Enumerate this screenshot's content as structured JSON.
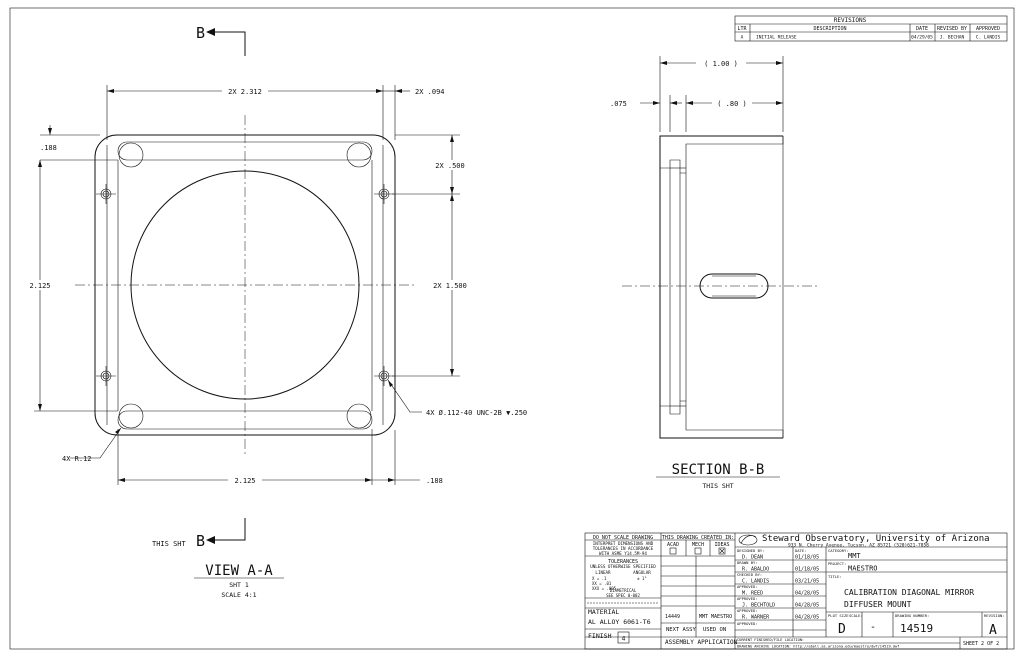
{
  "revisions": {
    "title": "REVISIONS",
    "headers": [
      "LTR",
      "DESCRIPTION",
      "DATE",
      "REVISED BY",
      "APPROVED"
    ],
    "rows": [
      [
        "A",
        "INITIAL RELEASE",
        "04/29/05",
        "J. BECHAN",
        "C. LANDIS"
      ]
    ]
  },
  "view_a": {
    "dim_width": "2X 2.312",
    "dim_lip": "2X .094",
    "dim_top": ".188",
    "dim_hole_v": "2X .500",
    "dim_height": "2.125",
    "dim_hole_span": "2X 1.500",
    "dim_bottom_width": "2.125",
    "dim_bottom_right": ".188",
    "radius": "4X R.12",
    "hole_callout": "4X Ø.112-40 UNC-2B ▼.250",
    "title": "VIEW A-A",
    "sheet": "SHT 1",
    "scale": "SCALE 4:1"
  },
  "markers": {
    "top_letter": "B",
    "bottom_prefix": "THIS SHT",
    "bottom_letter": "B"
  },
  "section_b": {
    "dim_overall": "( 1.00 )",
    "dim_lip": ".075",
    "dim_inner": "( .80 )",
    "title": "SECTION B-B",
    "subtitle": "THIS SHT"
  },
  "titleblock": {
    "notes": {
      "do_not_scale": "DO NOT SCALE DRAWING",
      "interpret_1": "INTERPRET DIMENSIONS AND",
      "interpret_2": "TOLERANCES IN ACCORDANCE",
      "interpret_3": "WITH ASME Y14.5M-94",
      "tolerances": "TOLERANCES",
      "unless": "UNLESS OTHERWISE SPECIFIED",
      "linear": "LINEAR",
      "angular": "ANGULAR",
      "tol_x": "X    = .1",
      "tol_xx": "XX   = .01",
      "tol_xxx": "XXX  = .005",
      "tol_ang": "± 1°",
      "diametrical": "DIAMETRICAL",
      "see_spec": "SEE SPEC 0-002",
      "material_label": "MATERIAL",
      "material": "AL ALLOY 6061-T6",
      "finish_label": "FINISH",
      "finish_val": "4"
    },
    "created_in": "THIS DRAWING CREATED IN:",
    "sw": [
      "ACAD",
      "MECH",
      "IDEAS"
    ],
    "next_assy_num": "14449",
    "next_assy_name": "MMT MAESTRO",
    "next_assy": "NEXT ASSY",
    "used_on": "USED ON",
    "assembly_app": "ASSEMBLY APPLICATION",
    "observatory": "Steward Observatory, University of Arizona",
    "address": "933 N. Cherry Avenue, Tucson, AZ  85721   (520)621-7858",
    "signoffs": [
      {
        "role": "DESIGNED BY:",
        "name": "D. DEAN",
        "date": "01/18/05"
      },
      {
        "role": "DRAWN BY:",
        "name": "R. ABALDO",
        "date": "01/18/05"
      },
      {
        "role": "CHECKED BY:",
        "name": "C. LANDIS",
        "date": "03/21/05"
      },
      {
        "role": "APPROVED:",
        "name": "M. REED",
        "date": "04/28/05"
      },
      {
        "role": "APPROVED:",
        "name": "J. BECHTOLD",
        "date": "04/28/05"
      },
      {
        "role": "APPROVED:",
        "name": "R. WARNER",
        "date": "04/28/05"
      },
      {
        "role": "APPROVED:",
        "name": "",
        "date": ""
      }
    ],
    "date_label": "DATE:",
    "category_label": "CATEGORY:",
    "category": "MMT",
    "project_label": "PROJECT:",
    "project": "MAESTRO",
    "title_label": "TITLE:",
    "title_1": "CALIBRATION DIAGONAL MIRROR",
    "title_2": "DIFFUSER MOUNT",
    "plot_size_label": "PLOT SIZE",
    "plot_size": "D",
    "scale_label": "SCALE:",
    "scale": "-",
    "drawing_number_label": "DRAWING NUMBER:",
    "drawing_number": "14519",
    "revision_label": "REVISION:",
    "revision": "A",
    "current_location": "CURRENT FINISHED/FILE LOCATION:",
    "archive_location": "DRAWING ARCHIVE LOCATION: http://abell.as.arizona.edu/maestro/dwf/14519.dwf",
    "sheet": "SHEET 2 OF 2"
  }
}
